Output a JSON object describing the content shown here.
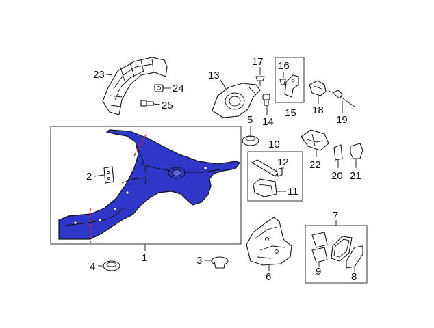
{
  "diagram": {
    "accent_color": "#2e37c7",
    "cut_line_color": "#e8202a",
    "callouts": [
      "1",
      "2",
      "3",
      "4",
      "5",
      "6",
      "7",
      "8",
      "9",
      "10",
      "11",
      "12",
      "13",
      "14",
      "15",
      "16",
      "17",
      "18",
      "19",
      "20",
      "21",
      "22",
      "23",
      "24",
      "25"
    ]
  }
}
